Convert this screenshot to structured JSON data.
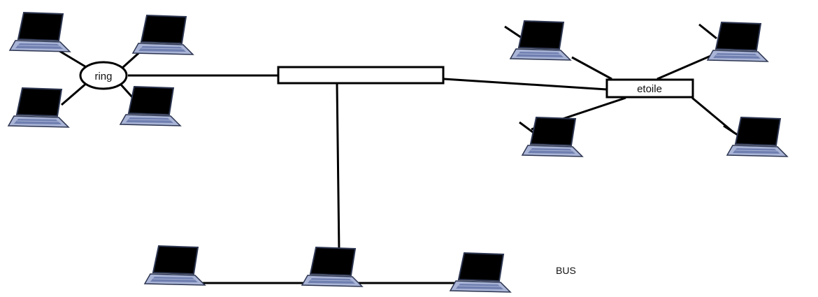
{
  "diagram": {
    "ring_label": "ring",
    "star_label": "etoile",
    "bus_label": "BUS",
    "hub_label": ""
  },
  "colors": {
    "background": "#ffffff",
    "line": "#000000",
    "laptop_screen": "#000000",
    "laptop_body": "#a9b4d6",
    "laptop_keys": "#6f7fb0",
    "laptop_outline": "#2c3550"
  },
  "laptops": {
    "ring_group": [
      "laptop-ring-top-left",
      "laptop-ring-top-right",
      "laptop-ring-bottom-left",
      "laptop-ring-bottom-right"
    ],
    "star_group": [
      "laptop-star-top-left",
      "laptop-star-top-right",
      "laptop-star-bottom-left",
      "laptop-star-bottom-right"
    ],
    "bus_group": [
      "laptop-bus-left",
      "laptop-bus-center",
      "laptop-bus-right"
    ]
  },
  "icon": "laptop-icon"
}
